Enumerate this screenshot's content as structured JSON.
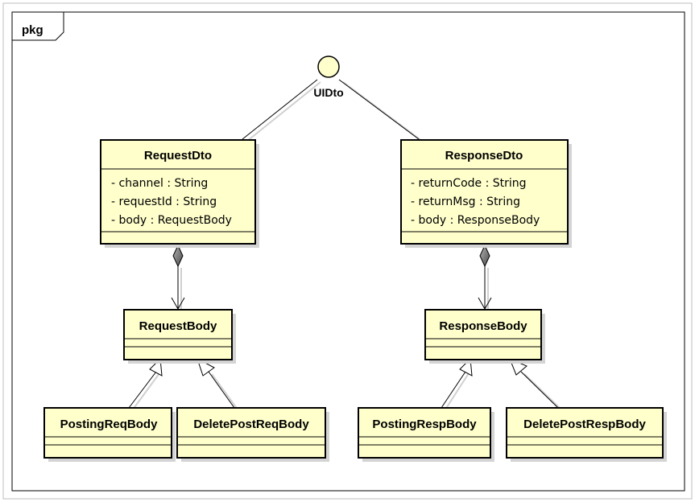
{
  "package": {
    "label": "pkg"
  },
  "interface": {
    "name": "UIDto"
  },
  "classes": {
    "request_dto": {
      "name": "RequestDto",
      "attributes": [
        "- channel : String",
        "- requestId : String",
        "- body : RequestBody"
      ]
    },
    "response_dto": {
      "name": "ResponseDto",
      "attributes": [
        "- returnCode : String",
        "- returnMsg : String",
        "- body : ResponseBody"
      ]
    },
    "request_body": {
      "name": "RequestBody"
    },
    "response_body": {
      "name": "ResponseBody"
    },
    "posting_req_body": {
      "name": "PostingReqBody"
    },
    "delete_post_req_body": {
      "name": "DeletePostReqBody"
    },
    "posting_resp_body": {
      "name": "PostingRespBody"
    },
    "delete_post_resp_body": {
      "name": "DeletePostRespBody"
    }
  },
  "colors": {
    "class_fill": "#ffffcc",
    "stroke": "#000000",
    "shadow": "#d4d4d4",
    "diamond": "#6d6d6d"
  }
}
